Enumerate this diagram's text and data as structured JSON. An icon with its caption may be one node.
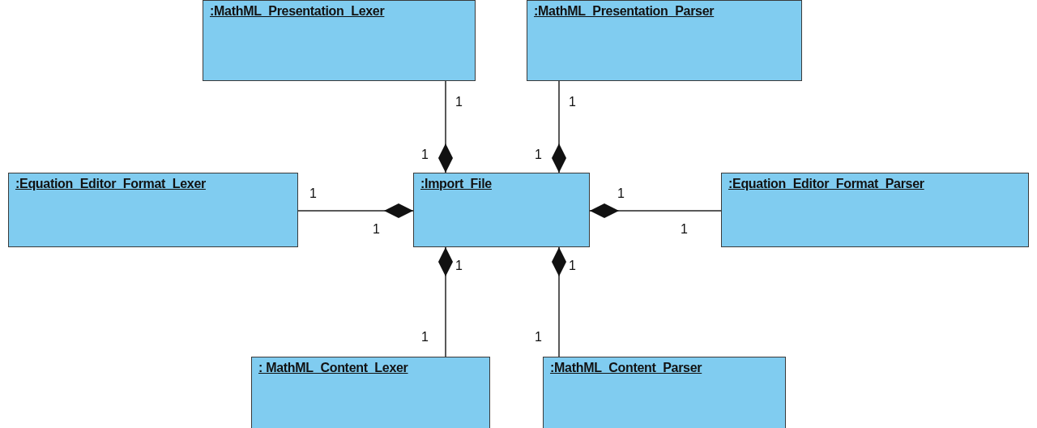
{
  "diagram": {
    "nodes": [
      {
        "text": [
          ":Import_File"
        ]
      },
      {
        "text": [
          ":MathML_Presentation_Lexer"
        ]
      },
      {
        "text": [
          ":MathML_Presentation_Parser"
        ]
      },
      {
        "text": [
          ":Equation_Editor_Format_Lexer"
        ]
      },
      {
        "text": [
          ":Equation_Editor_Format_Parser"
        ]
      },
      {
        "text": [
          ": MathML_Content_Lexer"
        ]
      },
      {
        "text": [
          ":MathML_Content_Parser"
        ]
      }
    ],
    "edges": [
      {
        "from": 1,
        "to": 0,
        "arrow": "other"
      },
      {
        "from": 2,
        "to": 0,
        "arrow": "other"
      },
      {
        "from": 3,
        "to": 0,
        "arrow": "other"
      },
      {
        "from": 4,
        "to": 0,
        "arrow": "other"
      },
      {
        "from": 5,
        "to": 0,
        "arrow": "other"
      },
      {
        "from": 6,
        "to": 0,
        "arrow": "other"
      }
    ],
    "labels": [
      "1",
      "1",
      "1",
      "1",
      "1",
      "1",
      "1",
      "1",
      "1",
      "1",
      "1",
      "1"
    ]
  }
}
